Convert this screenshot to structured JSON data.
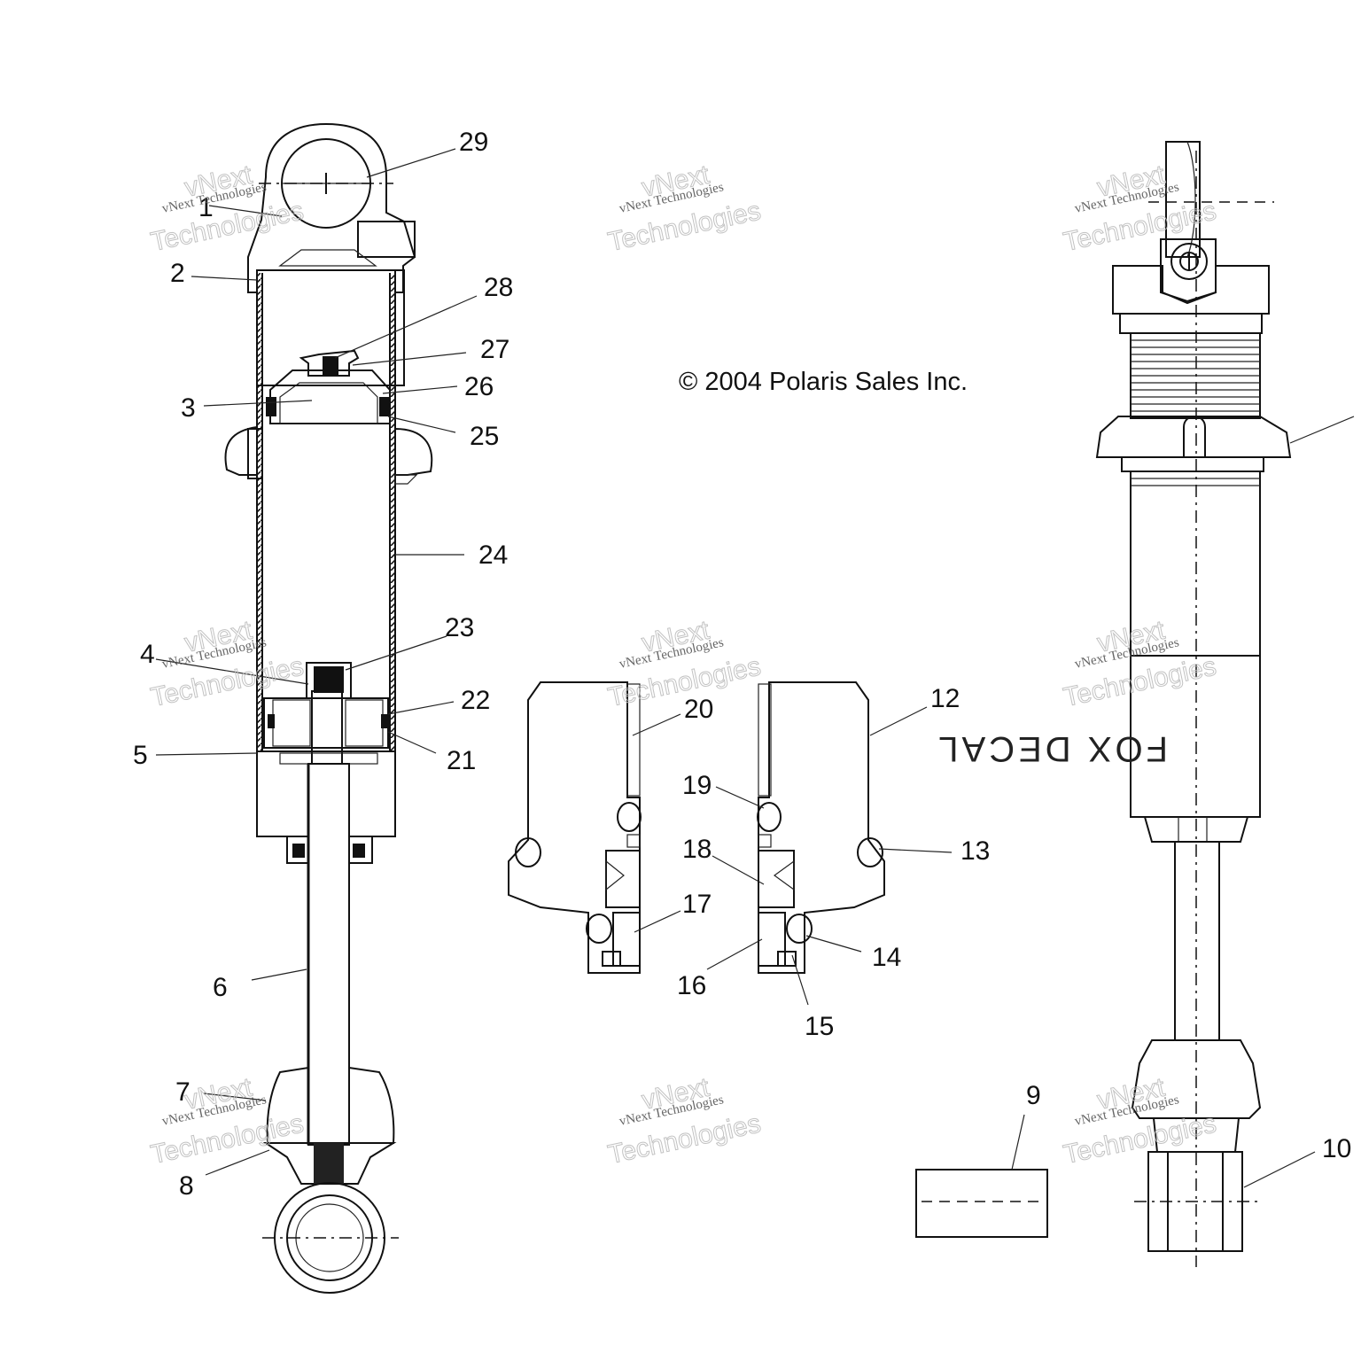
{
  "copyright": "© 2004 Polaris Sales Inc.",
  "decal_text": "FOX DECAL",
  "watermark": {
    "line1": "vNext Technologies",
    "line2": "vNext",
    "line3": "Technologies"
  },
  "callouts": [
    {
      "id": "29",
      "label": "29"
    },
    {
      "id": "1",
      "label": "1"
    },
    {
      "id": "2",
      "label": "2"
    },
    {
      "id": "28",
      "label": "28"
    },
    {
      "id": "27",
      "label": "27"
    },
    {
      "id": "26",
      "label": "26"
    },
    {
      "id": "3",
      "label": "3"
    },
    {
      "id": "25",
      "label": "25"
    },
    {
      "id": "24",
      "label": "24"
    },
    {
      "id": "23",
      "label": "23"
    },
    {
      "id": "4",
      "label": "4"
    },
    {
      "id": "22",
      "label": "22"
    },
    {
      "id": "21",
      "label": "21"
    },
    {
      "id": "5",
      "label": "5"
    },
    {
      "id": "6",
      "label": "6"
    },
    {
      "id": "7",
      "label": "7"
    },
    {
      "id": "8",
      "label": "8"
    },
    {
      "id": "20",
      "label": "20"
    },
    {
      "id": "12",
      "label": "12"
    },
    {
      "id": "19",
      "label": "19"
    },
    {
      "id": "13",
      "label": "13"
    },
    {
      "id": "18",
      "label": "18"
    },
    {
      "id": "17",
      "label": "17"
    },
    {
      "id": "14",
      "label": "14"
    },
    {
      "id": "16",
      "label": "16"
    },
    {
      "id": "15",
      "label": "15"
    },
    {
      "id": "9",
      "label": "9"
    },
    {
      "id": "10",
      "label": "10"
    }
  ]
}
